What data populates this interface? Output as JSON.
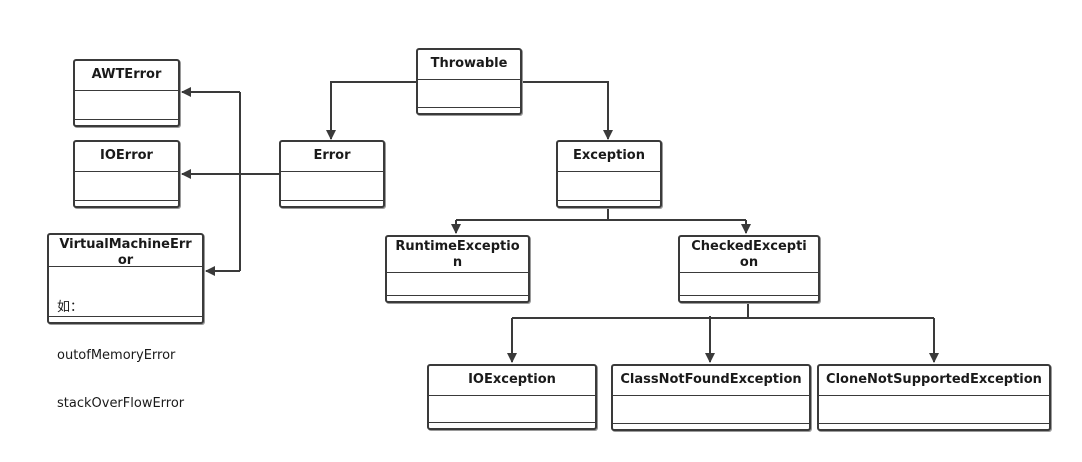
{
  "classes": {
    "throwable": {
      "name": "Throwable"
    },
    "error": {
      "name": "Error"
    },
    "exception": {
      "name": "Exception"
    },
    "awt_error": {
      "name": "AWTError"
    },
    "io_error": {
      "name": "IOError"
    },
    "vm_error": {
      "name": "VirtualMachineError",
      "note_lines": [
        "如：",
        "outofMemoryError",
        "stackOverFlowError"
      ]
    },
    "runtime_exception": {
      "name": "RuntimeException"
    },
    "checked_exception": {
      "name": "CheckedException"
    },
    "io_exception": {
      "name": "IOException"
    },
    "class_not_found": {
      "name": "ClassNotFoundException"
    },
    "clone_not_supported": {
      "name": "CloneNotSupportedException"
    }
  },
  "colors": {
    "stroke": "#3a3a3a",
    "fill": "#ffffff"
  }
}
